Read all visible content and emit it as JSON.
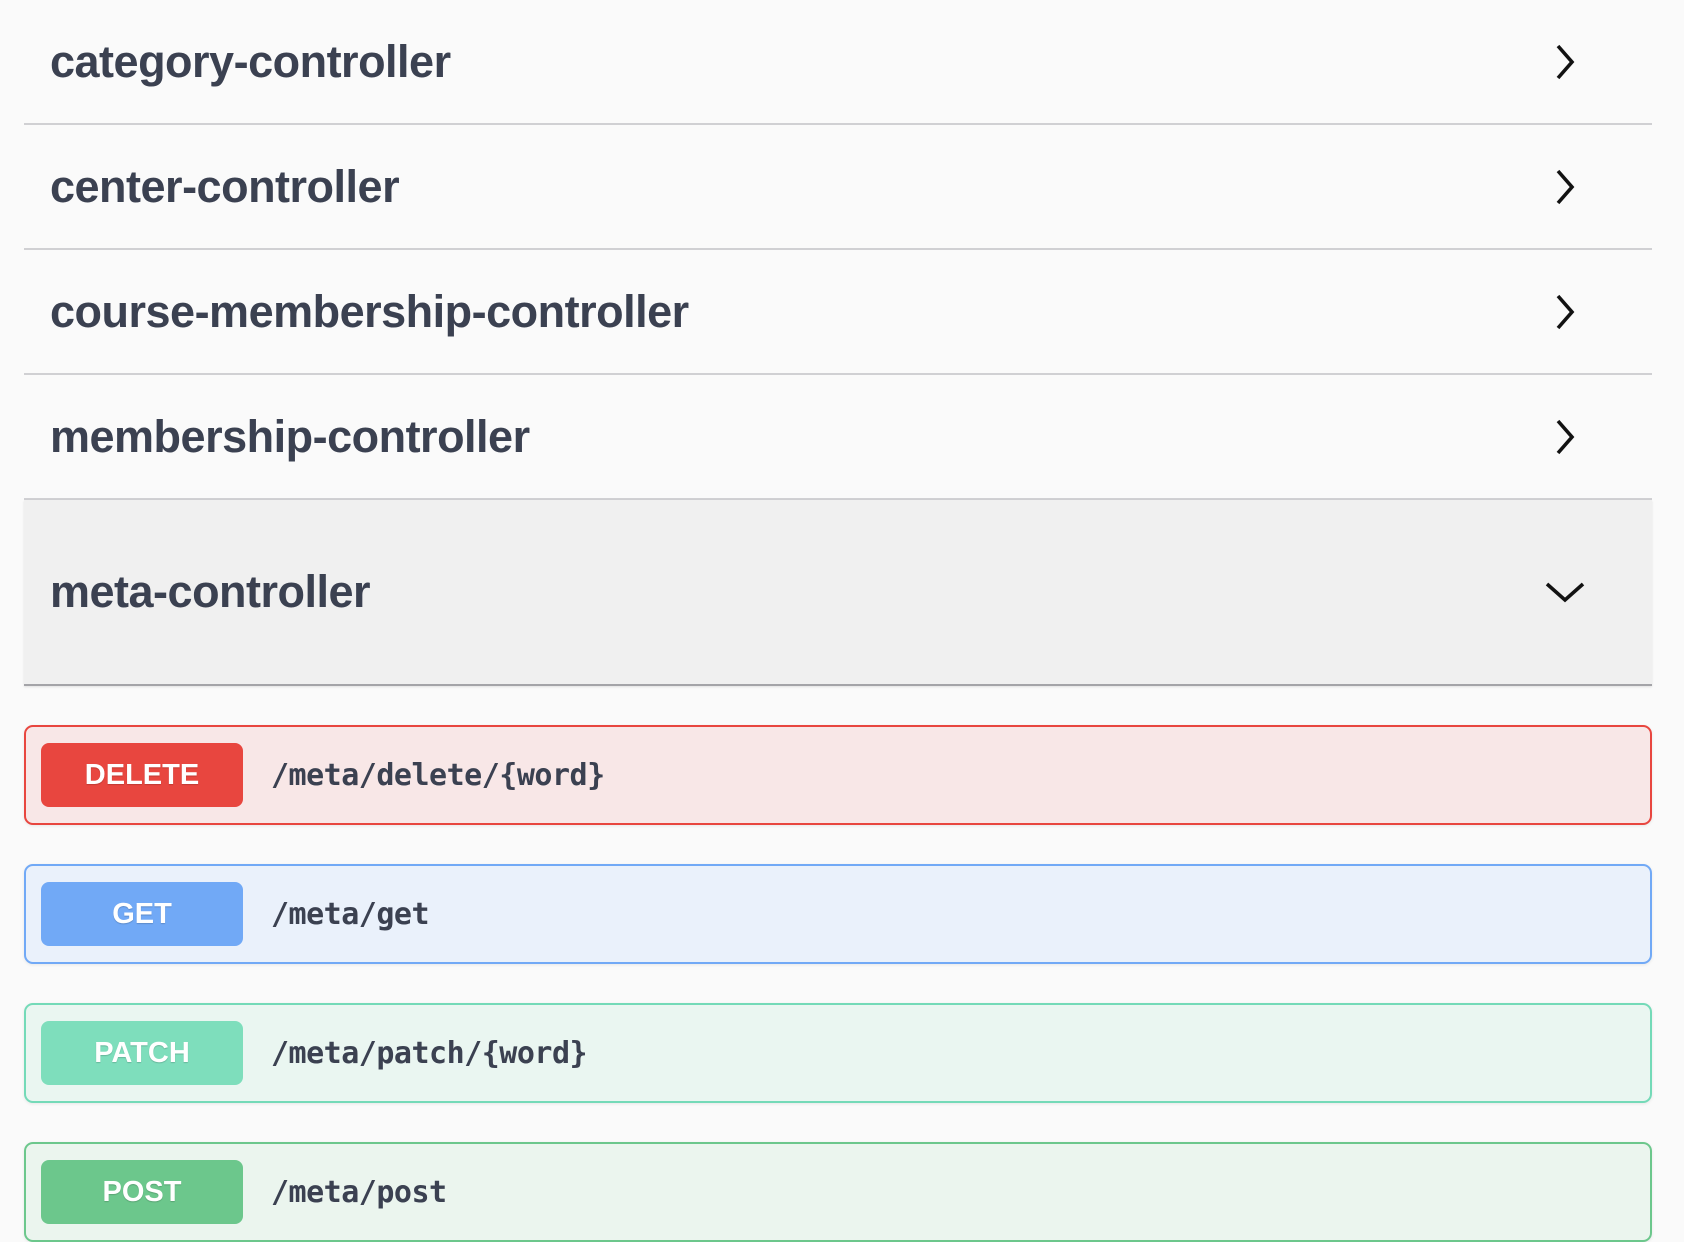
{
  "page": {
    "background_color": "#fafafa",
    "title_color": "#3b4151",
    "divider_color": "#d0d0d3"
  },
  "controllers": [
    {
      "name": "category-controller",
      "expanded": false,
      "icon": "chevron-right-icon"
    },
    {
      "name": "center-controller",
      "expanded": false,
      "icon": "chevron-right-icon"
    },
    {
      "name": "course-membership-controller",
      "expanded": false,
      "icon": "chevron-right-icon"
    },
    {
      "name": "membership-controller",
      "expanded": false,
      "icon": "chevron-right-icon"
    },
    {
      "name": "meta-controller",
      "expanded": true,
      "icon": "chevron-down-icon"
    }
  ],
  "operations": [
    {
      "method": "DELETE",
      "path": "/meta/delete/{word}",
      "badge_color": "#e8463f",
      "row_background": "#f8e7e7",
      "border_color": "#e8463f"
    },
    {
      "method": "GET",
      "path": "/meta/get",
      "badge_color": "#71a9f6",
      "row_background": "#eaf1fb",
      "border_color": "#71a9f6"
    },
    {
      "method": "PATCH",
      "path": "/meta/patch/{word}",
      "badge_color": "#7edebc",
      "row_background": "#eaf6f1",
      "border_color": "#74dab8"
    },
    {
      "method": "POST",
      "path": "/meta/post",
      "badge_color": "#6cc78c",
      "row_background": "#ebf5ee",
      "border_color": "#6cc78c"
    }
  ]
}
